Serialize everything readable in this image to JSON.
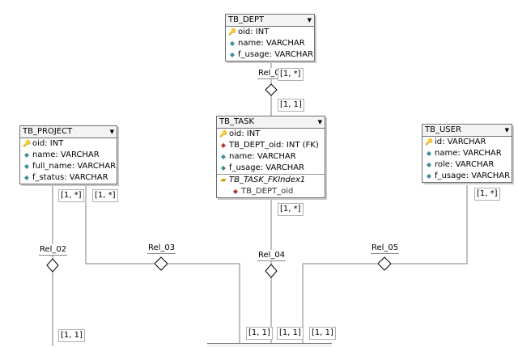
{
  "entities": {
    "dept": {
      "title": "TB_DEPT",
      "attrs": [
        {
          "icon": "key",
          "text": "oid: INT"
        },
        {
          "icon": "col",
          "text": "name: VARCHAR"
        },
        {
          "icon": "col",
          "text": "f_usage: VARCHAR"
        }
      ]
    },
    "task": {
      "title": "TB_TASK",
      "attrs": [
        {
          "icon": "key",
          "text": "oid: INT"
        },
        {
          "icon": "fk",
          "text": "TB_DEPT_oid: INT (FK)"
        },
        {
          "icon": "col",
          "text": "name: VARCHAR"
        },
        {
          "icon": "col",
          "text": "f_usage: VARCHAR"
        }
      ],
      "index_name": "TB_TASK_FKIndex1",
      "index_column": "TB_DEPT_oid"
    },
    "project": {
      "title": "TB_PROJECT",
      "attrs": [
        {
          "icon": "key",
          "text": "oid: INT"
        },
        {
          "icon": "col",
          "text": "name: VARCHAR"
        },
        {
          "icon": "col",
          "text": "full_name: VARCHAR"
        },
        {
          "icon": "col",
          "text": "f_status: VARCHAR"
        }
      ]
    },
    "user": {
      "title": "TB_USER",
      "attrs": [
        {
          "icon": "key",
          "text": "id: VARCHAR"
        },
        {
          "icon": "col",
          "text": "name: VARCHAR"
        },
        {
          "icon": "col",
          "text": "role: VARCHAR"
        },
        {
          "icon": "col",
          "text": "f_usage: VARCHAR"
        }
      ]
    }
  },
  "relations": {
    "rel01": "Rel_0",
    "rel02": "Rel_02",
    "rel03": "Rel_03",
    "rel04": "Rel_04",
    "rel05": "Rel_05"
  },
  "cardinalities": {
    "dept_many": "[1, *]",
    "task_one": "[1, 1]",
    "task_many": "[1, *]",
    "project_many_a": "[1, *]",
    "project_many_b": "[1, *]",
    "user_many": "[1, *]",
    "rel02_one": "[1, 1]",
    "bottom_one_a": "[1, 1]",
    "bottom_one_b": "[1, 1]",
    "bottom_one_c": "[1, 1]"
  },
  "colors": {
    "line": "#808080",
    "key_icon": "#8a6d00",
    "column_icon": "#3f8e9a",
    "fk_icon": "#b03a3a"
  },
  "icons": {
    "key": "key-icon",
    "column": "column-icon",
    "fk": "foreign-key-icon",
    "index": "index-icon",
    "dropdown": "chevron-down-icon"
  }
}
